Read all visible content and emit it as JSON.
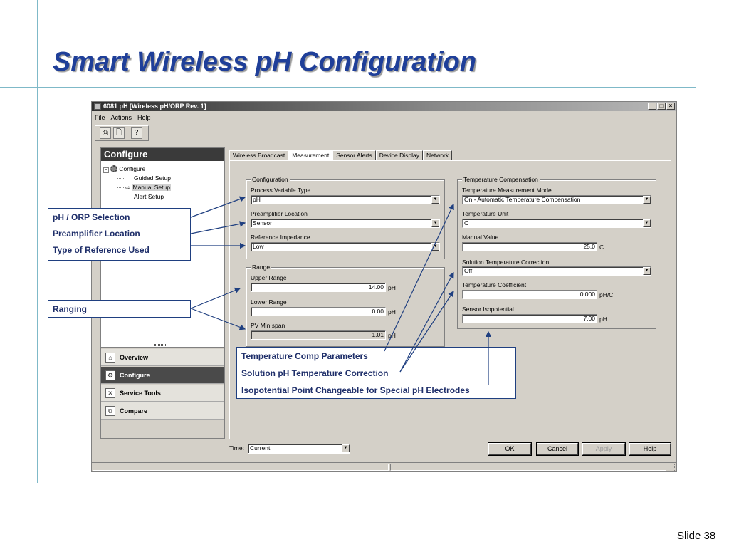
{
  "slide": {
    "title": "Smart Wireless pH Configuration",
    "number": "Slide 38"
  },
  "window": {
    "title": "6081 pH [Wireless pH/ORP Rev. 1]",
    "controls": {
      "minimize": "_",
      "maximize": "□",
      "close": "×"
    },
    "menu": [
      "File",
      "Actions",
      "Help"
    ]
  },
  "left_pane": {
    "header": "Configure",
    "tree": {
      "root": "Configure",
      "items": [
        "Guided Setup",
        "Manual Setup",
        "Alert Setup"
      ],
      "selected": "Manual Setup"
    },
    "nav": [
      "Overview",
      "Configure",
      "Service Tools",
      "Compare"
    ],
    "nav_active": "Configure"
  },
  "tabs": [
    "Wireless Broadcast",
    "Measurement",
    "Sensor Alerts",
    "Device Display",
    "Network"
  ],
  "active_tab": "Measurement",
  "configuration": {
    "title": "Configuration",
    "pv_type_label": "Process Variable Type",
    "pv_type_value": "pH",
    "preamp_label": "Preamplifier Location",
    "preamp_value": "Sensor",
    "ref_imp_label": "Reference Impedance",
    "ref_imp_value": "Low"
  },
  "range": {
    "title": "Range",
    "upper_label": "Upper Range",
    "upper_value": "14.00",
    "upper_unit": "pH",
    "lower_label": "Lower Range",
    "lower_value": "0.00",
    "lower_unit": "pH",
    "span_label": "PV Min span",
    "span_value": "1.01",
    "span_unit": "pH"
  },
  "temperature": {
    "title": "Temperature Compensation",
    "mode_label": "Temperature Measurement Mode",
    "mode_value": "On - Automatic Temperature Compensation",
    "unit_label": "Temperature Unit",
    "unit_value": "C",
    "manual_label": "Manual Value",
    "manual_value": "25.0",
    "manual_unit": "C",
    "sol_label": "Solution Temperature Correction",
    "sol_value": "Off",
    "coef_label": "Temperature Coefficient",
    "coef_value": "0.000",
    "coef_unit": "pH/C",
    "iso_label": "Sensor Isopotential",
    "iso_value": "7.00",
    "iso_unit": "pH"
  },
  "bottom": {
    "time_label": "Time:",
    "time_value": "Current",
    "ok": "OK",
    "cancel": "Cancel",
    "apply": "Apply",
    "help": "Help"
  },
  "callouts": {
    "left_top": [
      "pH / ORP Selection",
      "Preamplifier Location",
      "Type of Reference Used"
    ],
    "ranging": "Ranging",
    "bottom": [
      "Temperature Comp Parameters",
      "Solution pH Temperature Correction",
      "Isopotential Point Changeable for Special pH Electrodes"
    ]
  },
  "colors": {
    "title": "#1f3f99",
    "callout_text": "#1f2f6a",
    "rule_lines": "#7fb9c8",
    "window_bg": "#d4d0c8"
  }
}
